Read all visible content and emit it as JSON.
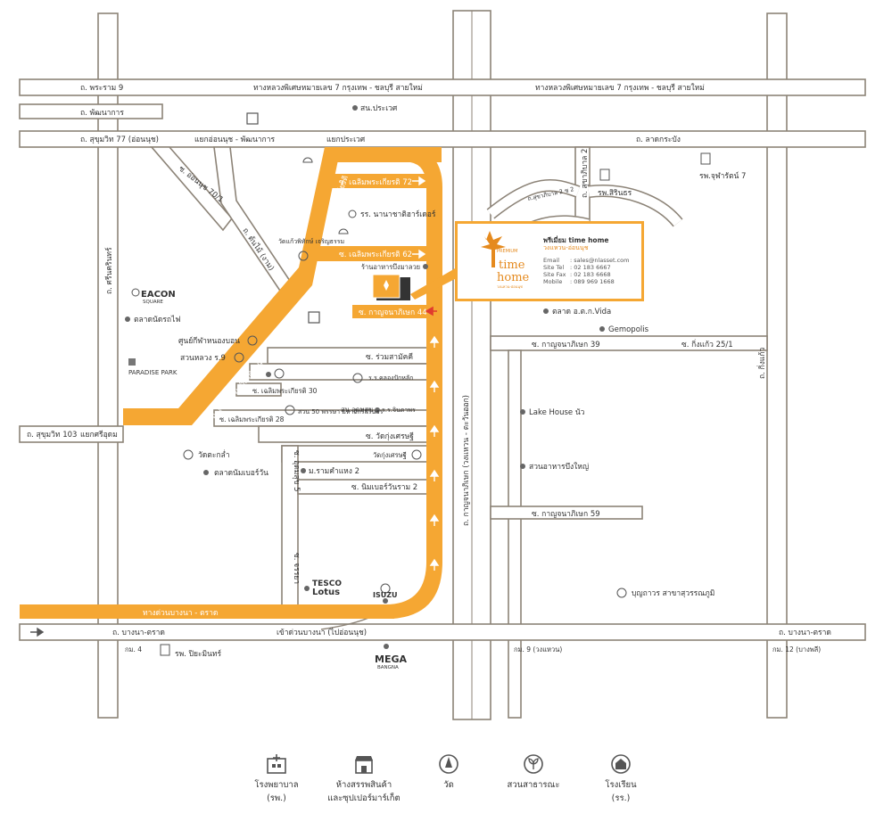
{
  "roads": {
    "rama9": "ถ. พระราม 9",
    "motorway7_west": "ทางหลวงพิเศษหมายเลข 7 กรุงเทพ - ชลบุรี สายใหม่",
    "motorway7_east": "ทางหลวงพิเศษหมายเลข 7 กรุงเทพ - ชลบุรี สายใหม่",
    "phatthanakan": "ถ. พัฒนาการ",
    "sukhumvit77": "ถ. สุขุมวิท 77 (อ่อนนุช)",
    "onnut_phatthanakan_junction": "แยกอ่อนนุช - พัฒนาการ",
    "prawet_junction": "แยกประเวศ",
    "latkrabang": "ถ. ลาดกระบัง",
    "onnut70": "ซ. อ่อนนุช 70/1",
    "chalermprakiat9_top": "ถ. เฉลิมพระเกียรติ ร.9",
    "chalermprakiat9_main": "ถ. เฉลิมพระเกียรติ ร.9",
    "soi72": "ซ. เฉลิมพระเกียรติ 72",
    "soi62": "ซ. เฉลิมพระเกียรติ 62",
    "tintin": "ถ. ต้นไม้ (งาม)",
    "srinakarin": "ถ. ศรีนครินทร์",
    "kanchanapisek44": "ซ. กาญจนาภิเษก 44",
    "ruamsamakkhi": "ซ. ร่วมสามัคคี",
    "soi30": "ซ. เฉลิมพระเกียรติ 30",
    "soi28": "ซ. เฉลิมพระเกียรติ 28",
    "watkungsetthi": "ซ. วัดกุ่งเศรษฐี",
    "sukhumvit103": "ถ. สุขุมวิท 103",
    "sriudom_junction": "แยกศรีอุดม",
    "ramkhamhaeng2": "ม.รามคำแหง 2",
    "nimbutwanaram2": "ซ. นิมเบอร์วันราม 2",
    "kanchanapisek_ring": "ถ. กาญจนาภิเษก (วงแหวน - ตะวันออก)",
    "kanchanapisek39": "ซ. กาญจนาภิเษก 39",
    "kingkaew25": "ซ. กิ่งแก้ว 25/1",
    "kingkaew": "ถ. กิ่งแก้ว",
    "sukhaphiban2": "ถ. สุขาภิบาล 2",
    "sukhaphiban2_2": "ถ.สุขาภิบาล 2 ซ 2",
    "kanchanapisek59": "ซ. กาญจนาภิเษก 59",
    "udomsuk_vertical": "ซ. อุดมสุข 5",
    "chutong": "ซ. จรรยา",
    "motorway_bangna": "ทางด่วนบางนา - ตราด",
    "bangna_trat_w": "ถ. บางนา-ตราด",
    "to_onnut": "เข้าด่วนบางนา (ไปอ่อนนุช)",
    "bangna_trat_e": "ถ. บางนา-ตราด",
    "km4": "กม. 4",
    "km9": "กม. 9 (วงแหวน)",
    "km12": "กม. 12 (บางพลี)"
  },
  "places": {
    "prawet_office": "สน.ประเวศ",
    "school_nanachart": "รร. นานาชาติฮาร์เดอร์",
    "wat_pipat": "วัดแก้วพิทักษ์ เจริญธรรม",
    "beacon": "EACON",
    "beacon_sub": "SQUARE",
    "rot_fai_market": "ตลาดนัดรถไฟ",
    "nong_bon": "ศูนย์กีฬาหนองบอน",
    "suan_luang": "สวนหลวง ร.9",
    "paradise": "PARADISE PARK",
    "restaurant": "ร้านอาหารบึงมาลวย",
    "khlong_pak_school": "ร.ร.คลองปักหลัก",
    "suan50": "สวน 50 พรรษา มหาจักรีสิรินธร",
    "udomsuk_office": "สน.อุดมสุข",
    "chindaporn_school": "ร.ร.จินดาพร",
    "wat_kungsetthi": "วัดกุ่งเศรษฐี",
    "wat_tako": "วัดตะกล่ำ",
    "number1_market": "ตลาดนัมเบอร์วัน",
    "tesco": "TESCO",
    "lotus": "Lotus",
    "isuzu": "ISUZU",
    "mega": "MEGA",
    "mega_sub": "BANGNA",
    "piyamin_hospital": "รพ. ปิยะมินทร์",
    "sirinthorn_hospital": "รพ.สิรินธร",
    "chularat_hospital": "รพ.จุฬารัตน์ 7",
    "market_vida": "ตลาด อ.ต.ก.Vida",
    "gemopolis": "Gemopolis",
    "lake_house": "Lake House นัว",
    "suan_bueng": "สวนอาหารบึงใหญ่",
    "boonkhawan": "บุญถาวร สาขาสุวรรณภูมิ"
  },
  "project": {
    "brand_small": "PREMIUM",
    "brand_line1": "time",
    "brand_line2": "home",
    "brand_tag": "วงแหวน-อ่อนนุช",
    "title": "พรีเมี่ยม time home",
    "subtitle": "วงแหวน-อ่อนนุช",
    "email_label": "Email",
    "email": ": sales@nlasset.com",
    "tel_label": "Site Tel",
    "tel": ": 02 183 6667",
    "fax_label": "Site Fax",
    "fax": ": 02 183 6668",
    "mobile_label": "Mobile",
    "mobile": ": 089 969 1668"
  },
  "legend": [
    {
      "icon": "hospital-icon",
      "label": "โรงพยาบาล",
      "label2": "(รพ.)"
    },
    {
      "icon": "mall-icon",
      "label": "ห้างสรรพสินค้า",
      "label2": "และซุปเปอร์มาร์เก็ต"
    },
    {
      "icon": "temple-icon",
      "label": "วัด",
      "label2": ""
    },
    {
      "icon": "park-icon",
      "label": "สวนสาธารณะ",
      "label2": ""
    },
    {
      "icon": "school-icon",
      "label": "โรงเรียน",
      "label2": "(รร.)"
    }
  ],
  "colors": {
    "route": "#f5a733",
    "road_outline": "#8c8377",
    "arrow_red": "#e03b2e"
  }
}
